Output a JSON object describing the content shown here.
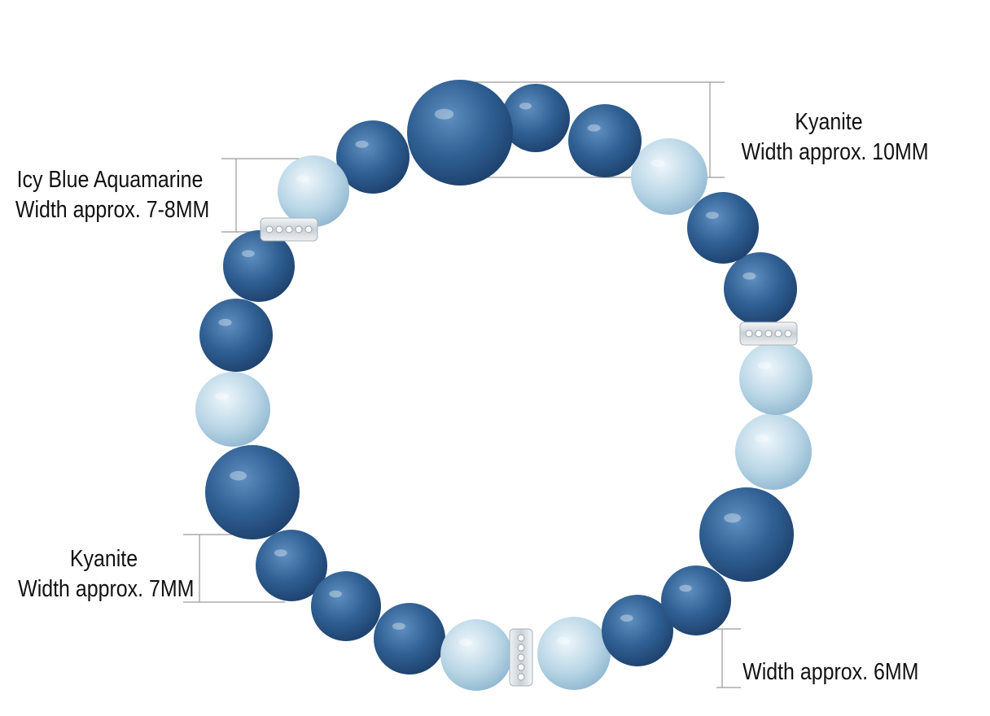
{
  "labels": {
    "top_right": {
      "name": "Kyanite",
      "size": "Width approx. 10MM"
    },
    "left": {
      "name": "Icy Blue Aquamarine",
      "size": "Width approx. 7-8MM"
    },
    "bottom_left": {
      "name": "Kyanite",
      "size": "Width approx. 7MM"
    },
    "bottom_right": {
      "size": "Width approx. 6MM"
    }
  },
  "colors": {
    "kyanite": "#2f5f92",
    "kyanite_dark": "#1c3f6b",
    "aquamarine": "#b9d6e6",
    "spacer": "#d8dde2",
    "dimension_line": "#9a9a9a",
    "text": "#111111"
  }
}
